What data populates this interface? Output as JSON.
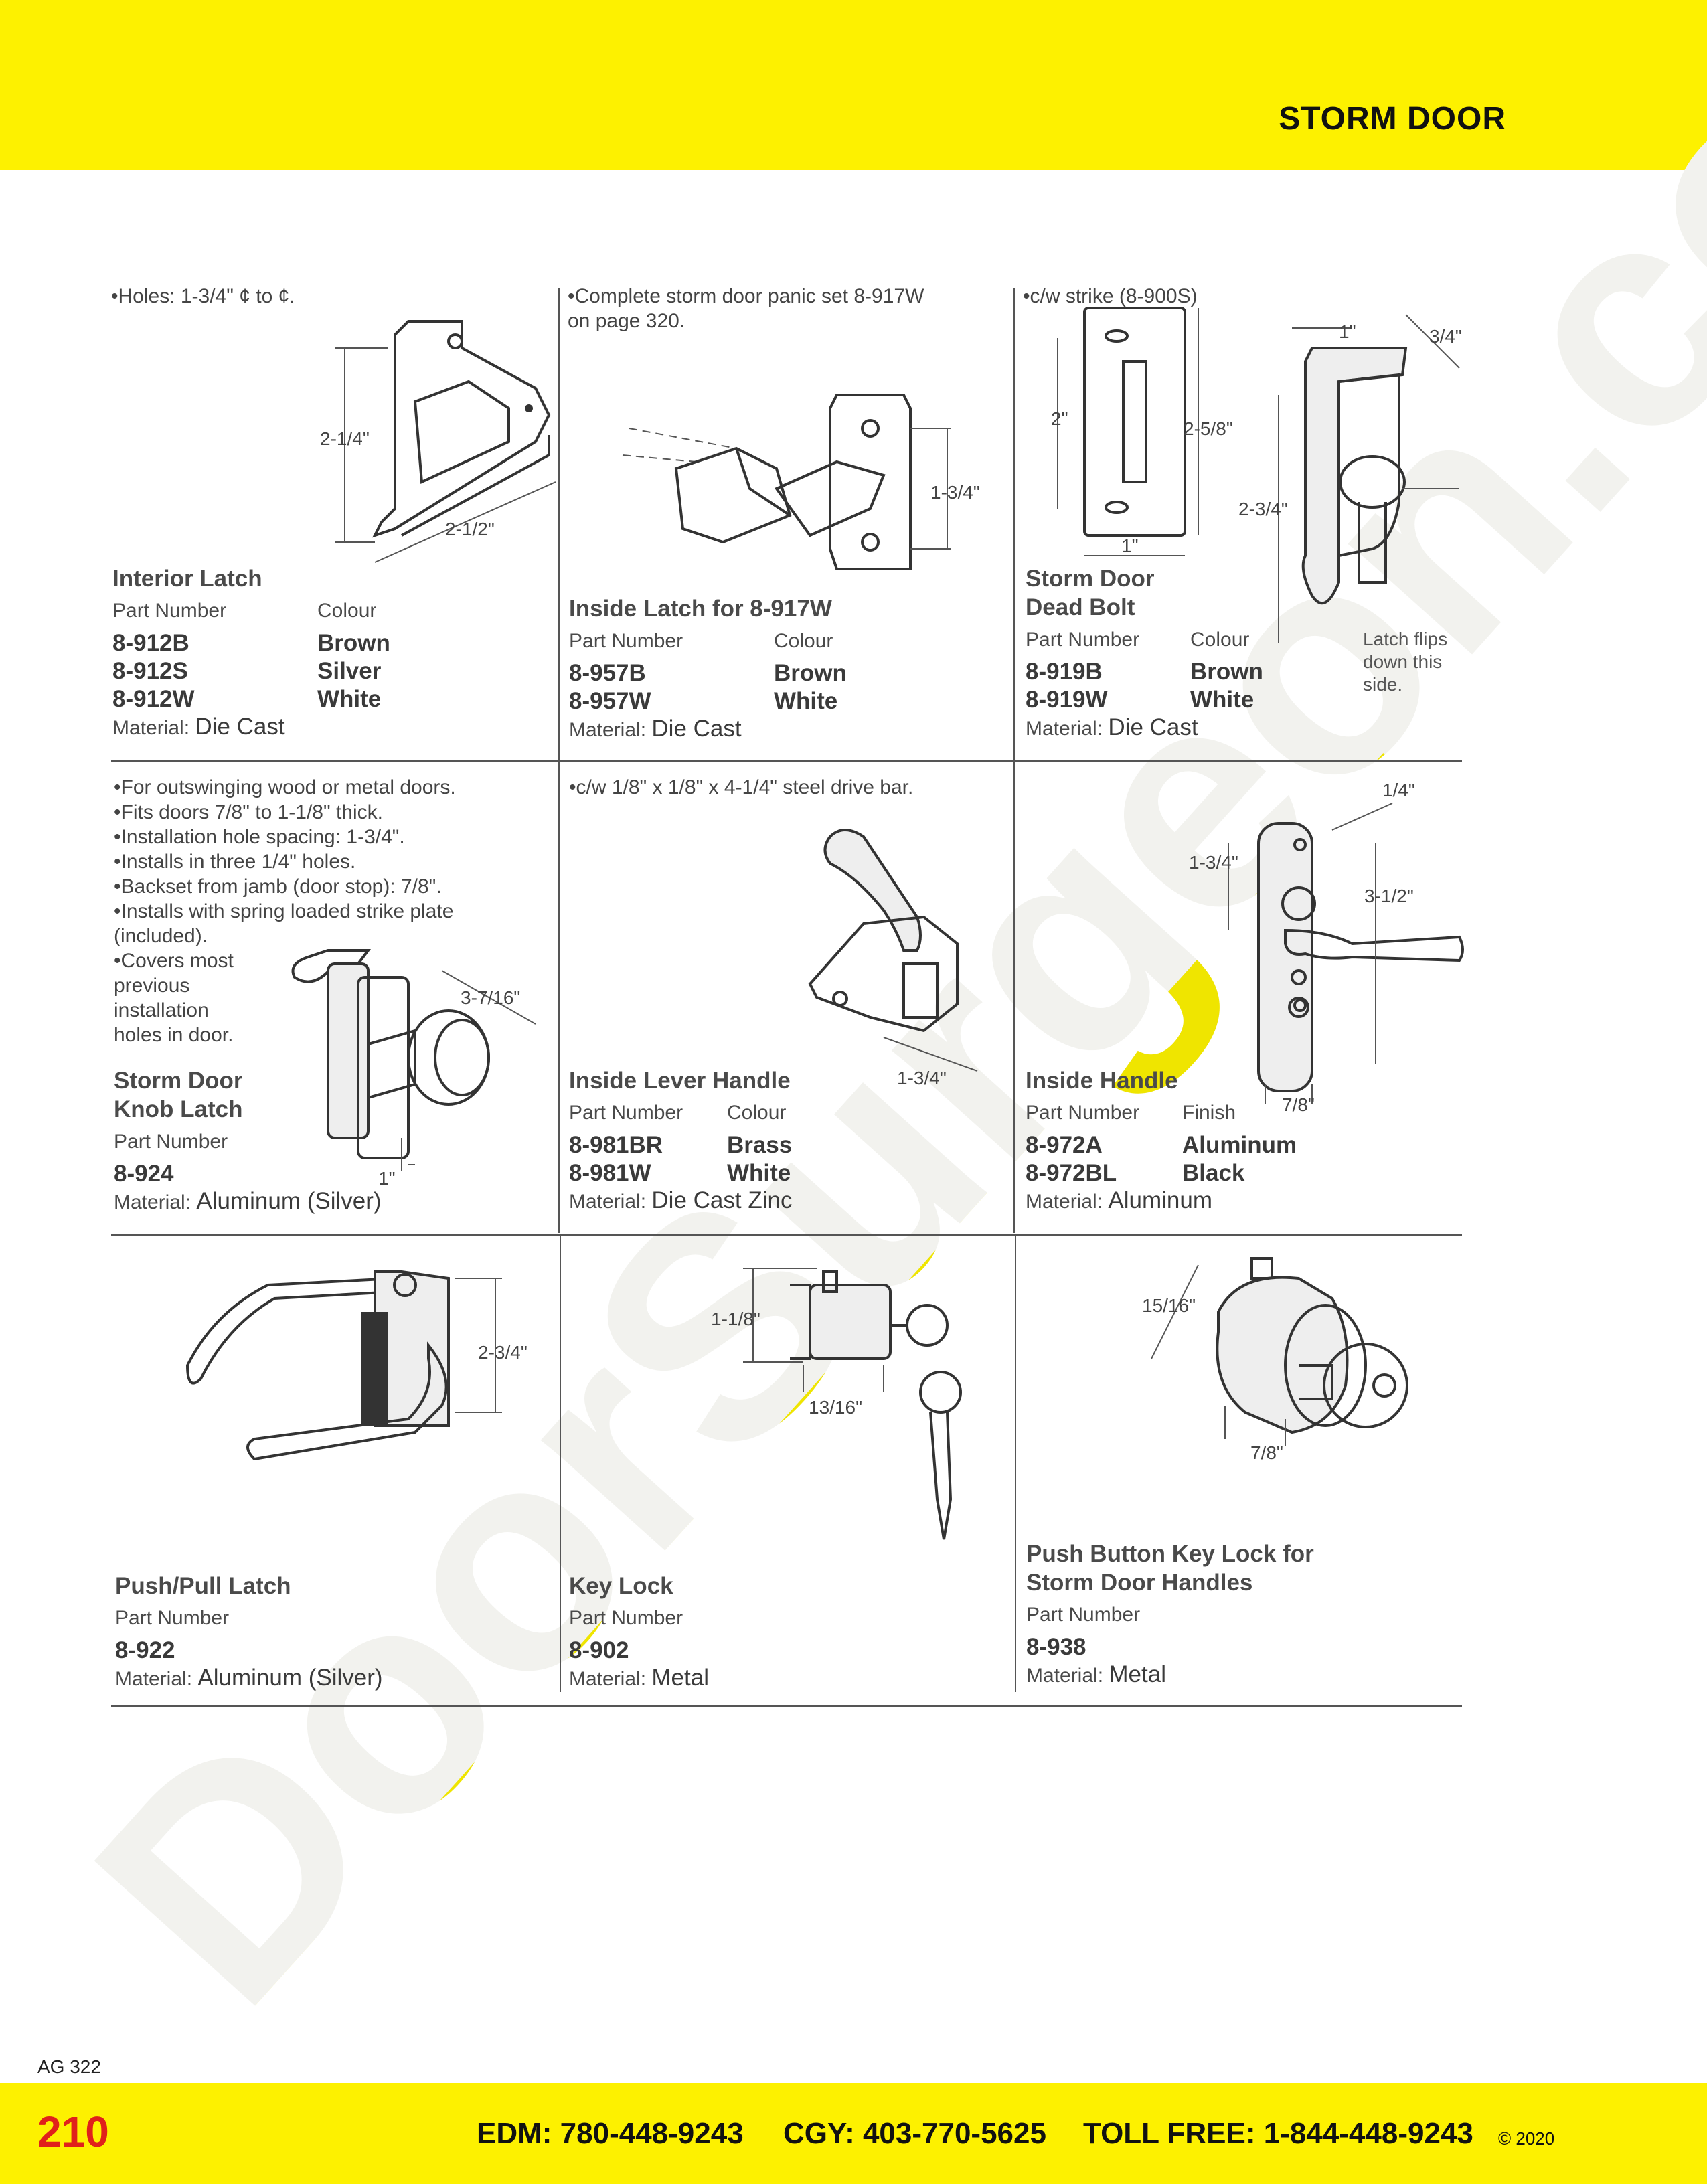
{
  "header": {
    "section": "STORM DOOR"
  },
  "footer": {
    "page_number": "210",
    "edm": "EDM: 780-448-9243",
    "cgy": "CGY: 403-770-5625",
    "toll_free": "TOLL FREE: 1-844-448-9243",
    "copyright": "© 2020",
    "catalog_ref": "AG 322"
  },
  "watermark": "DoorSurgeon.com",
  "products": [
    {
      "notes": "•Holes: 1-3/4\" ¢ to ¢.",
      "title": "Interior Latch",
      "col1_header": "Part Number",
      "col2_header": "Colour",
      "rows": [
        [
          "8-912B",
          "Brown"
        ],
        [
          "8-912S",
          "Silver"
        ],
        [
          "8-912W",
          "White"
        ]
      ],
      "material_label": "Material:",
      "material": "Die Cast",
      "dims": [
        "2-1/4\"",
        "2-1/2\""
      ]
    },
    {
      "notes": "•Complete storm door panic set  8-917W\n on page 320.",
      "title": "Inside Latch for 8-917W",
      "col1_header": "Part Number",
      "col2_header": "Colour",
      "rows": [
        [
          "8-957B",
          "Brown"
        ],
        [
          "8-957W",
          "White"
        ]
      ],
      "material_label": "Material:",
      "material": "Die Cast",
      "dims": [
        "1-3/4\""
      ]
    },
    {
      "notes": "•c/w strike (8-900S)",
      "title": "Storm Door\nDead Bolt",
      "col1_header": "Part Number",
      "col2_header": "Colour",
      "rows": [
        [
          "8-919B",
          "Brown"
        ],
        [
          "8-919W",
          "White"
        ]
      ],
      "material_label": "Material:",
      "material": "Die Cast",
      "dims": [
        "2\"",
        "2-5/8\"",
        "1\"",
        "1\"",
        "3/4\"",
        "2-3/4\""
      ],
      "callout": "Latch flips\ndown this\nside."
    },
    {
      "notes": "•For outswinging wood or metal doors.\n•Fits doors 7/8\" to 1-1/8\" thick.\n•Installation hole spacing: 1-3/4\".\n•Installs in three 1/4\" holes.\n•Backset from jamb (door stop): 7/8\".\n•Installs with spring loaded strike plate\n  (included).\n•Covers most\n  previous\n  installation\n  holes in door.",
      "title": "Storm Door\nKnob Latch",
      "col1_header": "Part Number",
      "rows": [
        [
          "8-924"
        ]
      ],
      "material_label": "Material:",
      "material": "Aluminum (Silver)",
      "dims": [
        "3-7/16\"",
        "1\""
      ]
    },
    {
      "notes": "•c/w 1/8\" x 1/8\" x 4-1/4\" steel drive bar.",
      "title": "Inside Lever Handle",
      "col1_header": "Part Number",
      "col2_header": "Colour",
      "rows": [
        [
          "8-981BR",
          "Brass"
        ],
        [
          "8-981W",
          "White"
        ]
      ],
      "material_label": "Material:",
      "material": "Die Cast Zinc",
      "dims": [
        "1-3/4\""
      ]
    },
    {
      "notes": "",
      "title": "Inside Handle",
      "col1_header": "Part Number",
      "col2_header": "Finish",
      "rows": [
        [
          "8-972A",
          "Aluminum"
        ],
        [
          "8-972BL",
          "Black"
        ]
      ],
      "material_label": "Material:",
      "material": "Aluminum",
      "dims": [
        "1/4\"",
        "1-3/4\"",
        "3-1/2\"",
        "7/8\""
      ]
    },
    {
      "notes": "",
      "title": "Push/Pull Latch",
      "col1_header": "Part Number",
      "rows": [
        [
          "8-922"
        ]
      ],
      "material_label": "Material:",
      "material": "Aluminum (Silver)",
      "dims": [
        "2-3/4\""
      ]
    },
    {
      "notes": "",
      "title": "Key Lock",
      "col1_header": "Part Number",
      "rows": [
        [
          "8-902"
        ]
      ],
      "material_label": "Material:",
      "material": "Metal",
      "dims": [
        "1-1/8\"",
        "13/16\""
      ]
    },
    {
      "notes": "",
      "title": "Push Button Key Lock for\nStorm Door Handles",
      "col1_header": "Part Number",
      "rows": [
        [
          "8-938"
        ]
      ],
      "material_label": "Material:",
      "material": "Metal",
      "dims": [
        "15/16\"",
        "7/8\""
      ]
    }
  ]
}
